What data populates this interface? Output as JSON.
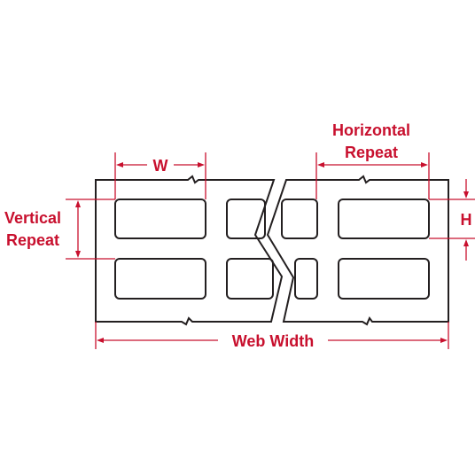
{
  "labels": {
    "width": "W",
    "height": "H",
    "horizontal_repeat_line1": "Horizontal",
    "horizontal_repeat_line2": "Repeat",
    "vertical_repeat_line1": "Vertical",
    "vertical_repeat_line2": "Repeat",
    "web_width": "Web Width"
  },
  "colors": {
    "dimension": "#c8102e",
    "outline": "#231f20",
    "background": "#ffffff"
  }
}
